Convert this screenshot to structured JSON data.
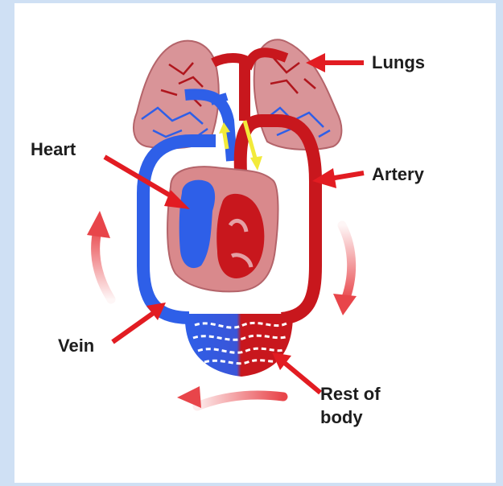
{
  "labels": {
    "lungs": "Lungs",
    "heart": "Heart",
    "artery": "Artery",
    "vein": "Vein",
    "rest_of_body": "Rest of\nbody"
  },
  "colors": {
    "background": "#cfe0f4",
    "vein_blue": "#2e5fe8",
    "artery_red": "#c8171d",
    "lung_pink": "#d99498",
    "heart_pink": "#d9898c",
    "flow_arrow": "#e8454a",
    "oxygen_arrow": "#f2ea3a",
    "label_text": "#1d1d1d"
  },
  "icons": [
    "flow-arrow-icon",
    "pointer-arrow-icon"
  ]
}
